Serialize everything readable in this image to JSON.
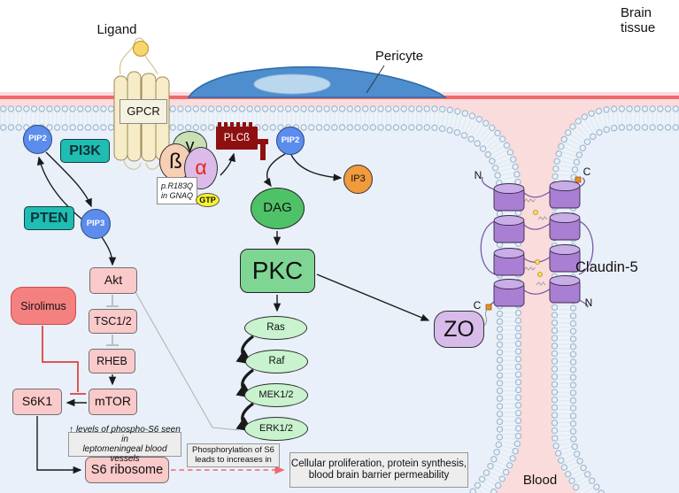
{
  "regions": {
    "brain_tissue_line1": "Brain",
    "brain_tissue_line2": "tissue",
    "blood": "Blood",
    "pericyte": "Pericyte"
  },
  "receptor": {
    "ligand": "Ligand",
    "gpcr": "GPCR"
  },
  "g_protein": {
    "beta": "ß",
    "gamma": "γ",
    "alpha": "α",
    "gtp": "GTP",
    "mutation_line1": "p.R183Q",
    "mutation_line2": "in GNAQ"
  },
  "pi3k_pathway": {
    "pip2": "PIP2",
    "pi3k": "PI3K",
    "pten": "PTEN",
    "pip3": "PIP3",
    "akt": "Akt",
    "tsc12": "TSC1/2",
    "rheb": "RHEB",
    "mtor": "mTOR",
    "s6k1": "S6K1",
    "s6_ribosome": "S6 ribosome",
    "sirolimus": "Sirolimus"
  },
  "plc_pathway": {
    "plcb": "PLCß",
    "pip2_membrane": "PIP2",
    "ip3": "IP3",
    "dag": "DAG",
    "pkc": "PKC",
    "ras": "Ras",
    "raf": "Raf",
    "mek12": "MEK1/2",
    "erk12": "ERK1/2"
  },
  "junction": {
    "zo": "ZO",
    "claudin5": "Claudin-5",
    "n_terminal_top": "N",
    "c_terminal_top": "C",
    "c_terminal_bottom": "C",
    "n_terminal_bottom": "N"
  },
  "notes": {
    "phospho_s6_line1": "↑ levels of phospho-S6 seen in",
    "phospho_s6_line2": "leptomeningeal blood vessels",
    "s6_increase_line1": "Phosphorylation of S6",
    "s6_increase_line2": "leads to increases in",
    "outcomes_line1": "Cellular proliferation, protein synthesis,",
    "outcomes_line2": "blood brain barrier permeability"
  },
  "colors": {
    "cytoplasm": "#e9f0f9",
    "extracellular_pink": "#fadcdc",
    "basement_line_red": "#f0696c",
    "teal_enzyme": "#1fbdb2",
    "pip_blue": "#5b8cee",
    "plcb_dark_red": "#8e1010",
    "dag_green": "#4fc268",
    "pkc_green": "#7fd694",
    "cascade_pale_green": "#c9f2cf",
    "pathway_pink": "#fac9c9",
    "sirolimus_red": "#f58080",
    "ip3_orange": "#f09b3c",
    "zo_purple": "#d7bbe9",
    "claudin_purple": "#a97fd4",
    "pericyte_blue": "#4e8ecf",
    "gpcr_beige": "#f7ecc8",
    "gtp_yellow": "#fbf32e",
    "inhibition_red": "#e05353"
  }
}
